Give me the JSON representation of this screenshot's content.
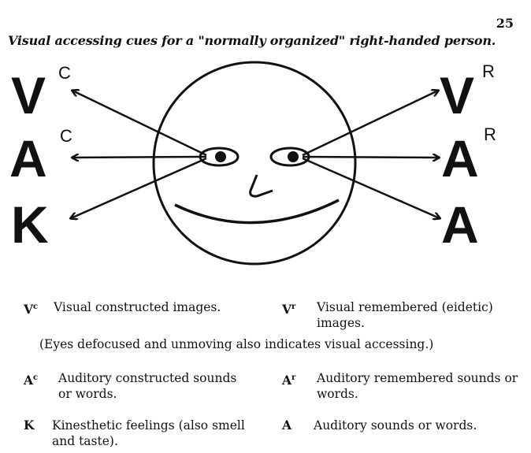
{
  "page": {
    "number": "25",
    "caption": "Visual accessing cues for a \"normally organized\" right-handed person."
  },
  "diagram": {
    "left_labels": [
      {
        "letter": "V",
        "sup": "C"
      },
      {
        "letter": "A",
        "sup": "C"
      },
      {
        "letter": "K",
        "sup": ""
      }
    ],
    "right_labels": [
      {
        "letter": "V",
        "sup": "R"
      },
      {
        "letter": "A",
        "sup": "R"
      },
      {
        "letter": "A",
        "sup": ""
      }
    ]
  },
  "legend": {
    "vc": {
      "symbol": "V",
      "sup": "c",
      "text": "Visual constructed images."
    },
    "vr": {
      "symbol": "V",
      "sup": "r",
      "text": "Visual remembered (eidetic) images."
    },
    "note": "(Eyes defocused and unmoving also indicates visual accessing.)",
    "ac": {
      "symbol": "A",
      "sup": "c",
      "text": "Auditory constructed sounds or words."
    },
    "ar": {
      "symbol": "A",
      "sup": "r",
      "text": "Auditory remembered sounds or words."
    },
    "k": {
      "symbol": "K",
      "sup": "",
      "text": "Kinesthetic feelings (also smell and taste)."
    },
    "a": {
      "symbol": "A",
      "sup": "",
      "text": "Auditory sounds or words."
    }
  }
}
